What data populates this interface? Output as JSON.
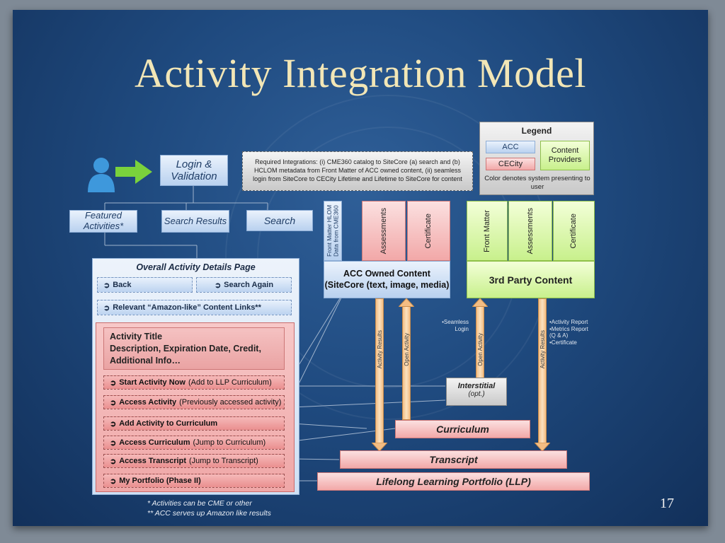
{
  "title": "Activity Integration Model",
  "page_number": "17",
  "legend": {
    "heading": "Legend",
    "acc": "ACC",
    "cecity": "CECity",
    "content_providers": "Content Providers",
    "note": "Color denotes system presenting to user"
  },
  "flow": {
    "login": "Login & Validation",
    "featured": "Featured Activities*",
    "search_results": "Search Results",
    "search": "Search"
  },
  "required_integrations": "Required Integrations: (i) CME360 catalog to SiteCore (a) search and (b) HCLOM metadata from Front Matter of ACC owned content, (ii) seamless login from SiteCore to CECity Lifetime and Lifetime to SiteCore for content",
  "acc_content": {
    "front_matter": "Front Matter HLOM Data from CME360",
    "assessments": "Assessments",
    "certificate": "Certificate",
    "label": "ACC Owned Content (SiteCore (text, image, media)"
  },
  "third_party": {
    "front_matter": "Front Matter",
    "assessments": "Assessments",
    "certificate": "Certificate",
    "label": "3rd Party Content"
  },
  "details_page": {
    "title": "Overall Activity Details Page",
    "back": "Back",
    "search_again": "Search Again",
    "relevant": "Relevant  “Amazon-like” Content Links**",
    "activity_title": "Activity Title",
    "activity_desc": "Description, Expiration Date, Credit, Additional Info…",
    "rows": [
      {
        "bold": "Start Activity Now",
        "normal": "(Add to LLP Curriculum)"
      },
      {
        "bold": "Access Activity",
        "normal": "(Previously accessed activity)"
      },
      {
        "bold": "Add Activity to Curriculum",
        "normal": ""
      },
      {
        "bold": "Access Curriculum",
        "normal": "(Jump to Curriculum)"
      },
      {
        "bold": "Access Transcript",
        "normal": "(Jump to Transcript)"
      },
      {
        "bold": "My Portfolio (Phase II)",
        "normal": ""
      }
    ]
  },
  "arrows": {
    "activity_results_1": "Activity Results",
    "open_activity_1": "Open Activity",
    "open_activity_2": "Open Activity",
    "activity_results_2": "Activity Results"
  },
  "notes": {
    "seamless_login": "•Seamless Login",
    "reports": [
      "•Activity Report",
      "•Metrics Report (Q & A)",
      "•Certificate"
    ]
  },
  "interstitial": {
    "title": "Interstitial",
    "sub": "(opt.)"
  },
  "curriculum": "Curriculum",
  "transcript": "Transcript",
  "llp": "Lifelong Learning Portfolio (LLP)",
  "footnotes": [
    "* Activities can be CME or other",
    "** ACC serves up Amazon like results"
  ],
  "colors": {
    "title": "#f2e6b6",
    "acc": "#b9d1ef",
    "cecity": "#f2a8a8",
    "providers": "#c8f08c"
  },
  "icons": [
    "user-icon",
    "green-arrow-icon",
    "hand-pointer-icon"
  ]
}
